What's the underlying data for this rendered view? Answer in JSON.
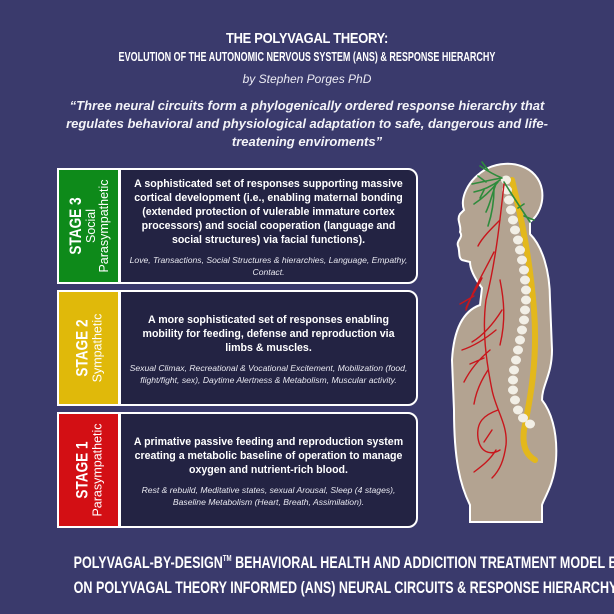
{
  "header": {
    "title": "THE POLYVAGAL THEORY:",
    "subtitle": "EVOLUTION OF THE AUTONOMIC NERVOUS SYSTEM (ANS) & RESPONSE HIERARCHY",
    "author": "by Stephen Porges PhD",
    "quote": "“Three neural circuits form a phylogenically ordered response hierarchy that regulates behavioral and physiological adaptation to safe, dangerous and life-treatening enviroments”"
  },
  "stages": [
    {
      "label": "STAGE 3",
      "sub_line1": "Social",
      "sub_line2": "Parasympathetic",
      "color": "#0e8a1a",
      "description": "A sophisticated set of responses supporting massive cortical development (i.e., enabling maternal bonding (extended protection of vulerable immature cortex processors) and social cooperation (language and social structures) via facial functions).",
      "examples": "Love, Transactions, Social Structures & hierarchies, Language, Empathy, Contact."
    },
    {
      "label": "STAGE 2",
      "sub_line1": "Sympathetic",
      "sub_line2": "",
      "color": "#e0b90a",
      "description": "A more sophisticated set of responses enabling mobility for feeding, defense and reproduction via limbs & muscles.",
      "examples": "Sexual Climax, Recreational & Vocational Excitement, Mobilization (food, flight/fight, sex), Daytime Alertness & Metabolism, Muscular activity."
    },
    {
      "label": "STAGE 1",
      "sub_line1": "Parasympathetic",
      "sub_line2": "",
      "color": "#d30f14",
      "description": "A primative passive feeding and reproduction system creating a metabolic baseline of operation to manage oxygen and nutrient-rich blood.",
      "examples": "Rest & rebuild, Meditative states, sexual Arousal, Sleep (4 stages), Baseline Metabolism (Heart, Breath, Assimilation)."
    }
  ],
  "footer": {
    "line1_a": "POLYVAGAL-BY-DESIGN",
    "tm": "TM",
    "line1_b": " BEHAVIORAL HEALTH AND ADDICITION TREATMENT MODEL BASED",
    "line2": "ON POLYVAGAL THEORY INFORMED (ANS) NEURAL CIRCUITS & RESPONSE HIERARCHY"
  },
  "colors": {
    "background": "#3a3a6c",
    "card": "#232343",
    "body_skin": "#b3a391",
    "spine_yellow": "#e3b81c",
    "nerve_green": "#2e8b3c",
    "nerve_red": "#c8161c"
  }
}
